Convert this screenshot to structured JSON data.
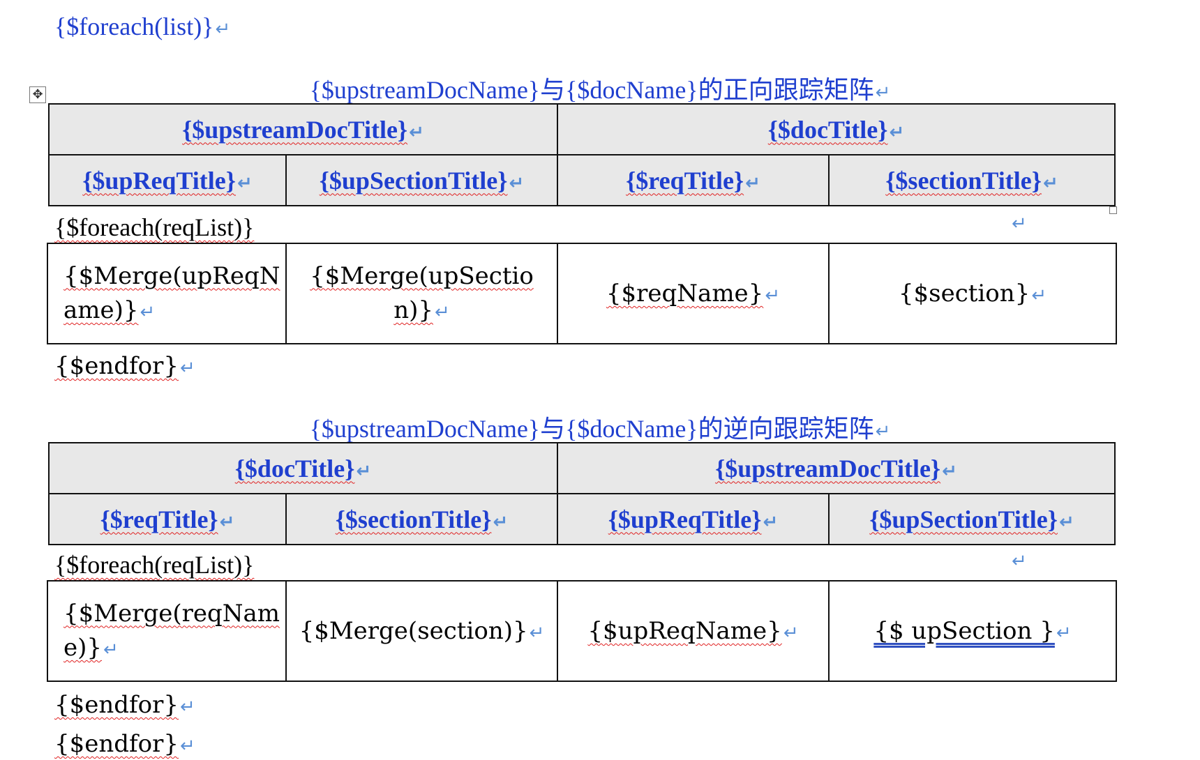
{
  "outer_foreach": "{$foreach(list)}",
  "section1": {
    "title": "{$upstreamDocName}与{$docName}的正向跟踪矩阵",
    "header_row1": [
      "{$upstreamDocTitle}",
      "{$docTitle}"
    ],
    "header_row2": [
      "{$upReqTitle}",
      "{$upSectionTitle}",
      "{$reqTitle}",
      "{$sectionTitle}"
    ],
    "foreach": "{$foreach(reqList)}",
    "cells": [
      "{$Merge(upReqName)}",
      "{$Merge(upSection)}",
      "{$reqName}",
      "{$section}"
    ],
    "endfor": "{$endfor}"
  },
  "section2": {
    "title": "{$upstreamDocName}与{$docName}的逆向跟踪矩阵",
    "header_row1": [
      "{$docTitle}",
      "{$upstreamDocTitle}"
    ],
    "header_row2": [
      "{$reqTitle}",
      "{$sectionTitle}",
      "{$upReqTitle}",
      "{$upSectionTitle}"
    ],
    "foreach": "{$foreach(reqList)}",
    "cells": [
      "{$Merge(reqName)}",
      "{$Merge(section)}",
      "{$upReqName}",
      "{$ upSection }"
    ],
    "endfor": "{$endfor}"
  },
  "outer_endfor": "{$endfor}",
  "paragraph_mark": "↵",
  "colors": {
    "field_blue": "#1f3fcf",
    "header_bg": "#e8e8e8",
    "paragraph_mark": "#5a8fd6",
    "spellcheck": "#e02020"
  }
}
